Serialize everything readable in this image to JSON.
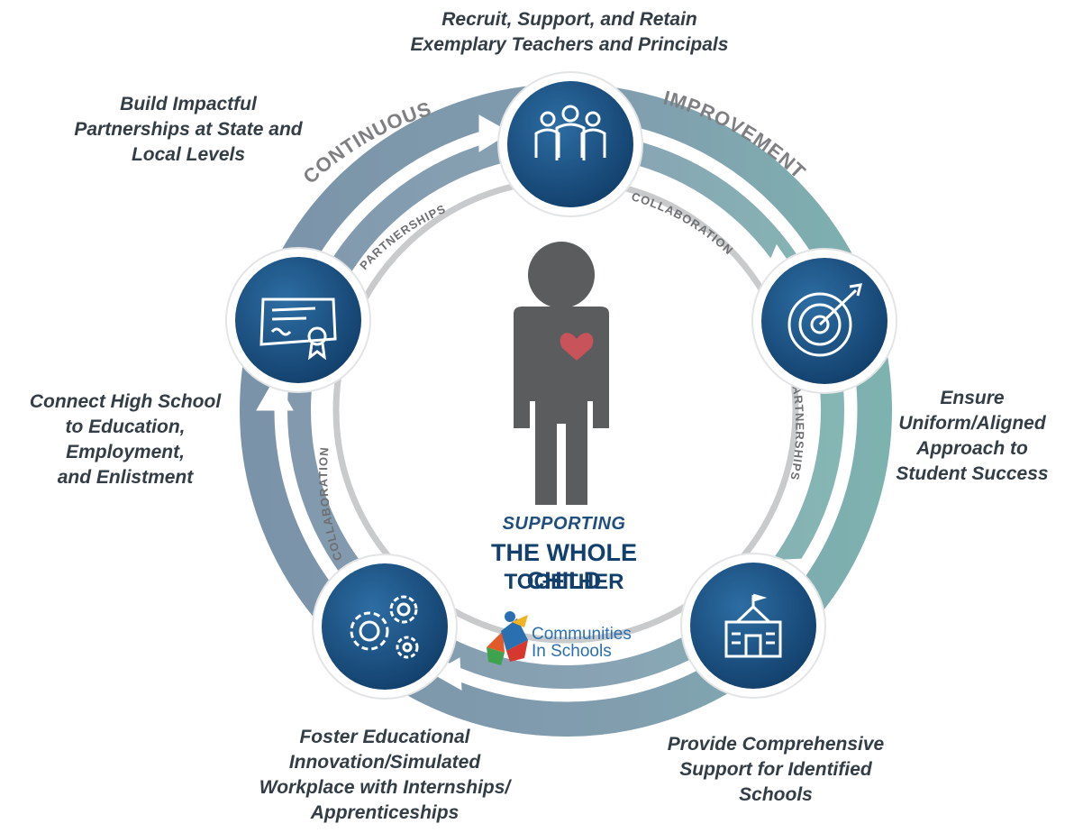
{
  "ring": {
    "outer_left": "CONTINUOUS",
    "outer_right": "IMPROVEMENT",
    "inner_partnerships_top": "PARTNERSHIPS",
    "inner_collaboration_top": "COLLABORATION",
    "inner_partnerships_right": "PARTNERSHIPS",
    "inner_collaboration_left": "COLLABORATION"
  },
  "center": {
    "line1": "SUPPORTING",
    "line2": "THE WHOLE CHILD",
    "line3": "TOGETHER",
    "heart_color": "#c8535a"
  },
  "logo": {
    "line1": "Communities",
    "line2": "In Schools"
  },
  "nodes": [
    {
      "id": "teachers",
      "icon": "people-icon",
      "label": [
        "Recruit, Support, and Retain",
        "Exemplary Teachers and Principals"
      ]
    },
    {
      "id": "target",
      "icon": "target-arrow-icon",
      "label": [
        "Ensure",
        "Uniform/Aligned",
        "Approach to",
        "Student Success"
      ]
    },
    {
      "id": "school",
      "icon": "school-building-icon",
      "label": [
        "Provide Comprehensive",
        "Support  for Identified",
        "Schools"
      ]
    },
    {
      "id": "gears",
      "icon": "gears-icon",
      "label": [
        "Foster Educational",
        "Innovation/Simulated",
        "Workplace with Internships/",
        "Apprenticeships"
      ]
    },
    {
      "id": "certificate",
      "icon": "certificate-icon",
      "label": [
        "Connect High School",
        "to Education,",
        "Employment,",
        "and Enlistment"
      ]
    },
    {
      "id": "partnerships",
      "icon": "handshake-icon",
      "label": [
        "Build Impactful",
        "Partnerships at State and",
        "Local Levels"
      ]
    }
  ],
  "colors": {
    "node_blue": "#1a5488",
    "ring_blue": "#5e7e9a",
    "ring_teal": "#6ea7a6",
    "inner_ring": "#c2c4c6",
    "person": "#5a5c5e",
    "label_text": "#333d45"
  }
}
